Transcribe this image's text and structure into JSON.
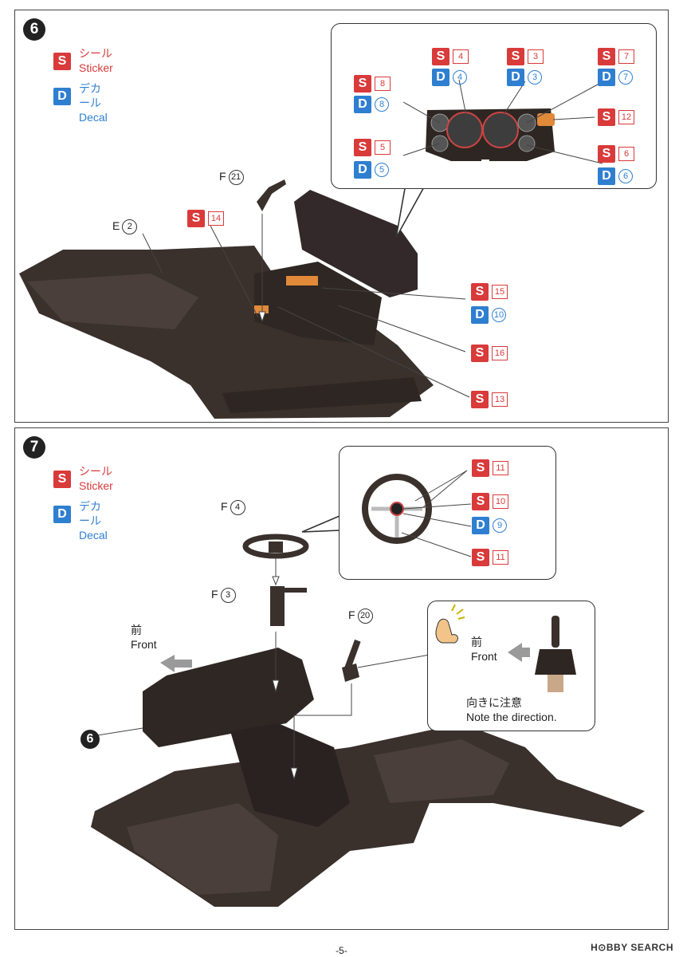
{
  "legend": {
    "sticker_jp": "シール",
    "sticker_en": "Sticker",
    "decal_jp": "デカール",
    "decal_en": "Decal",
    "s_letter": "S",
    "d_letter": "D"
  },
  "step6": {
    "number": "6",
    "parts": {
      "e2_letter": "E",
      "e2_num": "2",
      "f21_letter": "F",
      "f21_num": "21"
    },
    "tags": {
      "s14": "14",
      "s15": "15",
      "d10": "10",
      "s16": "16",
      "s13": "13",
      "s4": "4",
      "d4": "4",
      "s3": "3",
      "d3": "3",
      "s7": "7",
      "d7": "7",
      "s8": "8",
      "d8": "8",
      "s12": "12",
      "s5": "5",
      "d5": "5",
      "s6": "6",
      "d6": "6"
    }
  },
  "step7": {
    "number": "7",
    "parts": {
      "f4_letter": "F",
      "f4_num": "4",
      "f3_letter": "F",
      "f3_num": "3",
      "f20_letter": "F",
      "f20_num": "20"
    },
    "ref_step": "6",
    "front_jp": "前",
    "front_en": "Front",
    "tags": {
      "s11a": "11",
      "s10": "10",
      "d9": "9",
      "s11b": "11"
    },
    "note": {
      "front_jp": "前",
      "front_en": "Front",
      "caution_jp": "向きに注意",
      "caution_en": "Note the direction."
    }
  },
  "footer": {
    "page": "-5-",
    "watermark": "H⊙BBY SEARCH"
  },
  "colors": {
    "sticker_red": "#d93a3a",
    "decal_blue": "#2f7fd0",
    "part_dark": "#3a302c",
    "accent_orange": "#e08a3a"
  }
}
